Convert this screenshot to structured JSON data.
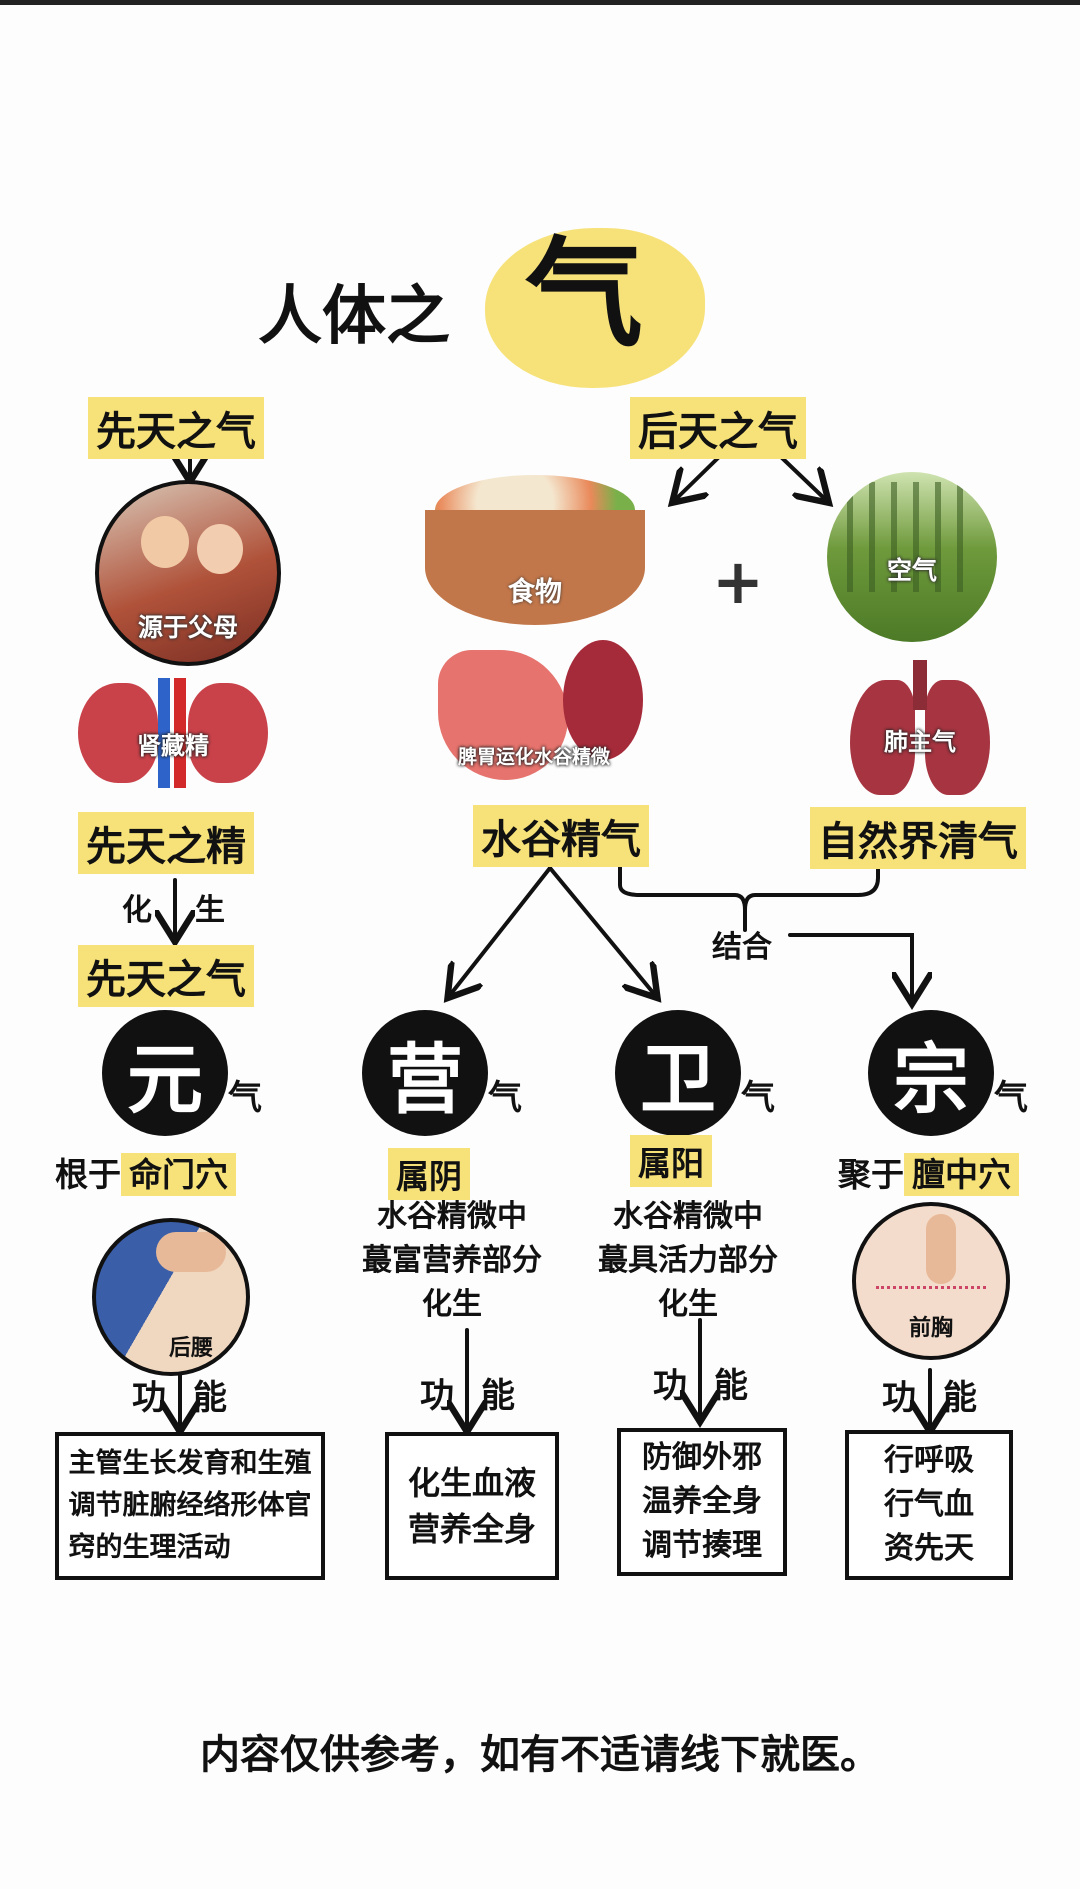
{
  "title": {
    "prefix": "人体之",
    "big": "气"
  },
  "left": {
    "top_label": "先天之气",
    "parents_caption": "源于父母",
    "kidney_caption": "肾藏精",
    "essence_label": "先天之精",
    "transform_a": "化",
    "transform_b": "生",
    "qi_label": "先天之气"
  },
  "right": {
    "top_label": "后天之气",
    "food_caption": "食物",
    "air_caption": "空气",
    "plus": "+",
    "stomach_caption": "脾胃运化水谷精微",
    "lung_caption": "肺主气",
    "grain_label": "水谷精气",
    "nature_label": "自然界清气",
    "combine_label": "结合"
  },
  "qi_types": [
    {
      "char": "元",
      "suffix": "气",
      "origin_pre": "根于",
      "origin_hl": "命门穴",
      "pic_caption": "后腰",
      "function_a": "功",
      "function_b": "能",
      "functions": [
        "主管生长发育和生殖",
        "调节脏腑经络形体官",
        "窍的生理活动"
      ]
    },
    {
      "char": "营",
      "suffix": "气",
      "origin_hl": "属阴",
      "desc": [
        "水谷精微中",
        "蕞富营养部分",
        "化生"
      ],
      "function_a": "功",
      "function_b": "能",
      "functions": [
        "化生血液",
        "营养全身"
      ]
    },
    {
      "char": "卫",
      "suffix": "气",
      "origin_hl": "属阳",
      "desc": [
        "水谷精微中",
        "蕞具活力部分",
        "化生"
      ],
      "function_a": "功",
      "function_b": "能",
      "functions": [
        "防御外邪",
        "温养全身",
        "调节揍理"
      ]
    },
    {
      "char": "宗",
      "suffix": "气",
      "origin_pre": "聚于",
      "origin_hl": "膻中穴",
      "pic_caption": "前胸",
      "function_a": "功",
      "function_b": "能",
      "functions": [
        "行呼吸",
        "行气血",
        "资先天"
      ]
    }
  ],
  "disclaimer": "内容仅供参考，如有不适请线下就医。",
  "colors": {
    "highlight": "#f7e27a",
    "ink": "#111111",
    "background": "#fdfdfd"
  }
}
